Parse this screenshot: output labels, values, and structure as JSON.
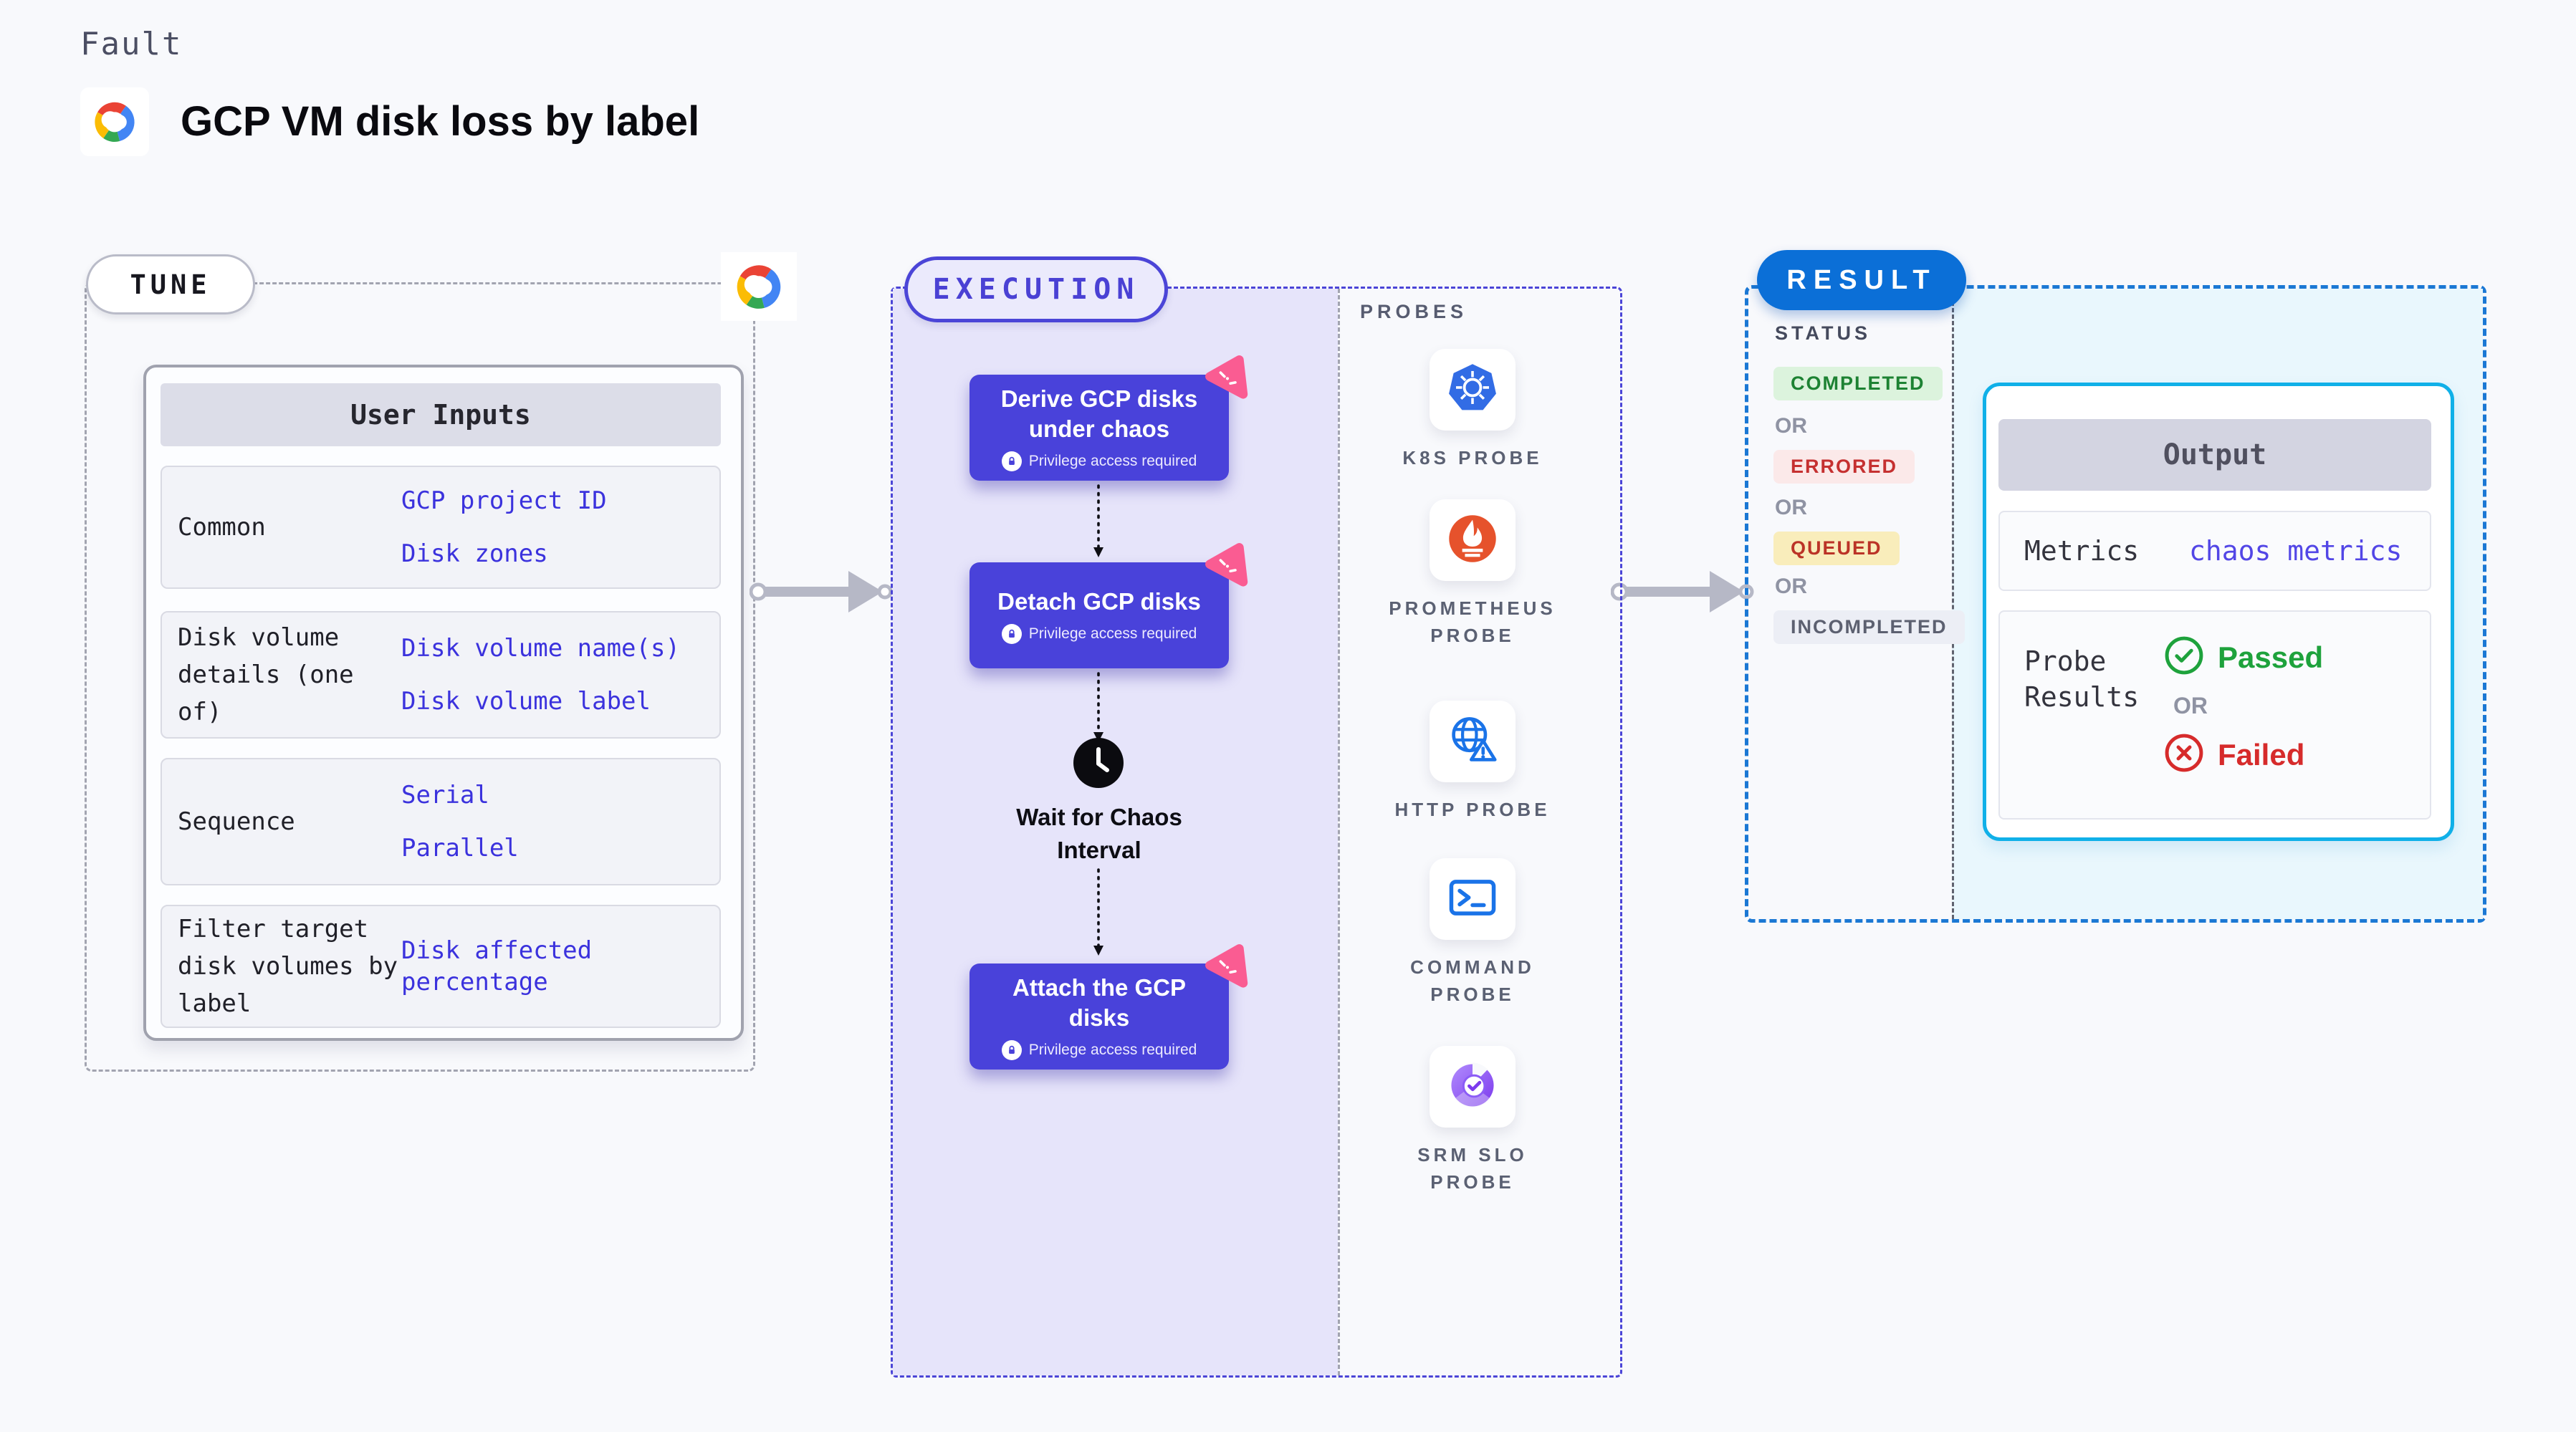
{
  "header": {
    "eyebrow": "Fault",
    "title": "GCP VM disk loss by label",
    "logo": "gcp-cloud-logo"
  },
  "tune": {
    "badge": "TUNE",
    "table": {
      "header": "User Inputs",
      "rows": [
        {
          "label": "Common",
          "values": [
            "GCP project ID",
            "Disk zones"
          ]
        },
        {
          "label": "Disk volume details (one of)",
          "values": [
            "Disk volume name(s)",
            "Disk volume label"
          ]
        },
        {
          "label": "Sequence",
          "values": [
            "Serial",
            "Parallel"
          ]
        },
        {
          "label": "Filter target disk volumes by label",
          "values": [
            "Disk affected percentage"
          ]
        }
      ]
    }
  },
  "execution": {
    "badge": "EXECUTION",
    "privilege_note": "Privilege access required",
    "steps": [
      "Derive GCP disks under chaos",
      "Detach GCP disks",
      "Attach the GCP disks"
    ],
    "wait_step": "Wait for Chaos Interval"
  },
  "probes": {
    "heading": "PROBES",
    "items": [
      {
        "icon": "k8s-probe-icon",
        "label": "K8S PROBE"
      },
      {
        "icon": "prometheus-probe-icon",
        "label": "PROMETHEUS PROBE"
      },
      {
        "icon": "http-probe-icon",
        "label": "HTTP PROBE"
      },
      {
        "icon": "command-probe-icon",
        "label": "COMMAND PROBE"
      },
      {
        "icon": "srm-slo-probe-icon",
        "label": "SRM SLO PROBE"
      }
    ]
  },
  "result": {
    "badge": "RESULT",
    "status": {
      "heading": "STATUS",
      "separator": "OR",
      "states": [
        "COMPLETED",
        "ERRORED",
        "QUEUED",
        "INCOMPLETED"
      ]
    },
    "output": {
      "header": "Output",
      "metrics_label": "Metrics",
      "metrics_value": "chaos metrics",
      "probe_label": "Probe Results",
      "passed": "Passed",
      "or": "OR",
      "failed": "Failed"
    }
  },
  "colors": {
    "accent_indigo": "#4b45d7",
    "accent_blue": "#0b6fd7",
    "accent_cyan": "#10b0e8",
    "link_blue": "#3b32dd",
    "pink": "#fa5c92",
    "green": "#1ea23c",
    "red": "#d62b2b"
  }
}
